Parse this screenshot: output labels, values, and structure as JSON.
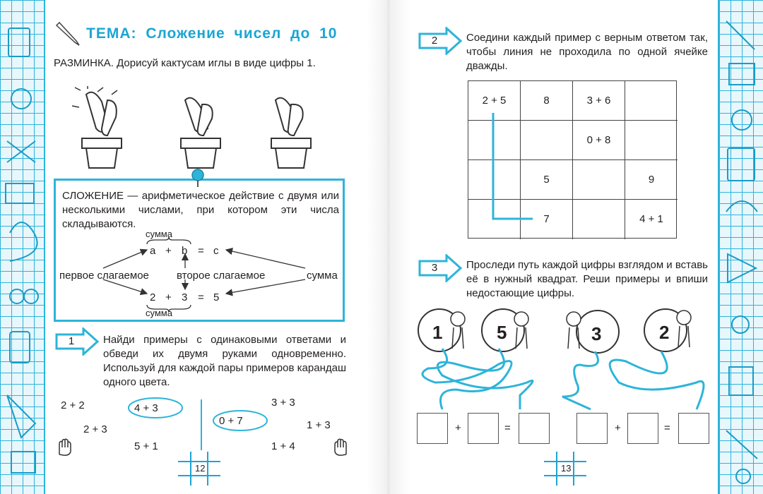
{
  "left_page": {
    "topic_title": "ТЕМА: Сложение чисел до 10",
    "warmup_text": "РАЗМИНКА. Дорисуй кактусам иглы в виде цифры 1.",
    "definition": {
      "text": "СЛОЖЕНИЕ — арифметическое действие с двумя или несколькими числами, при котором эти числа складываются.",
      "brace_top_label": "сумма",
      "formula_letters": {
        "a": "a",
        "plus": "+",
        "b": "b",
        "eq": "=",
        "c": "c"
      },
      "formula_numbers": {
        "a": "2",
        "plus": "+",
        "b": "3",
        "eq": "=",
        "c": "5"
      },
      "brace_bottom_label": "сумма",
      "label_first_addend": "первое слагаемое",
      "label_second_addend": "второе слагаемое",
      "label_sum": "сумма"
    },
    "task1": {
      "number": "1",
      "text": "Найди примеры с одинаковыми ответами и обведи их двумя руками одновременно. Используй для каждой пары примеров карандаш одного цвета.",
      "left_examples": [
        "2 + 2",
        "4 + 3",
        "2 + 3",
        "5 + 1"
      ],
      "right_examples": [
        "3 + 3",
        "0 + 7",
        "1 + 3",
        "1 + 4"
      ]
    },
    "page_number": "12"
  },
  "right_page": {
    "task2": {
      "number": "2",
      "text": "Соедини каждый пример с верным ответом так, чтобы линия не проходила по одной ячейке дважды.",
      "grid": [
        [
          "2 + 5",
          "8",
          "3 + 6",
          ""
        ],
        [
          "",
          "",
          "0 + 8",
          ""
        ],
        [
          "",
          "5",
          "",
          "9"
        ],
        [
          "",
          "7",
          "",
          "4 + 1"
        ]
      ]
    },
    "task3": {
      "number": "3",
      "text": "Проследи путь каждой цифры взглядом и вставь её в нужный квадрат. Реши примеры и впиши недостающие цифры.",
      "digits": [
        "1",
        "5",
        "3",
        "2"
      ],
      "plus": "+",
      "equals": "="
    },
    "page_number": "13"
  },
  "colors": {
    "accent": "#2db4d9",
    "title": "#1aa6d4",
    "text": "#231f20"
  },
  "icons": [
    "pencil-icon",
    "arrow-badge-icon",
    "pushpin-icon",
    "hand-icon",
    "cactus-icon",
    "kid-icon"
  ]
}
